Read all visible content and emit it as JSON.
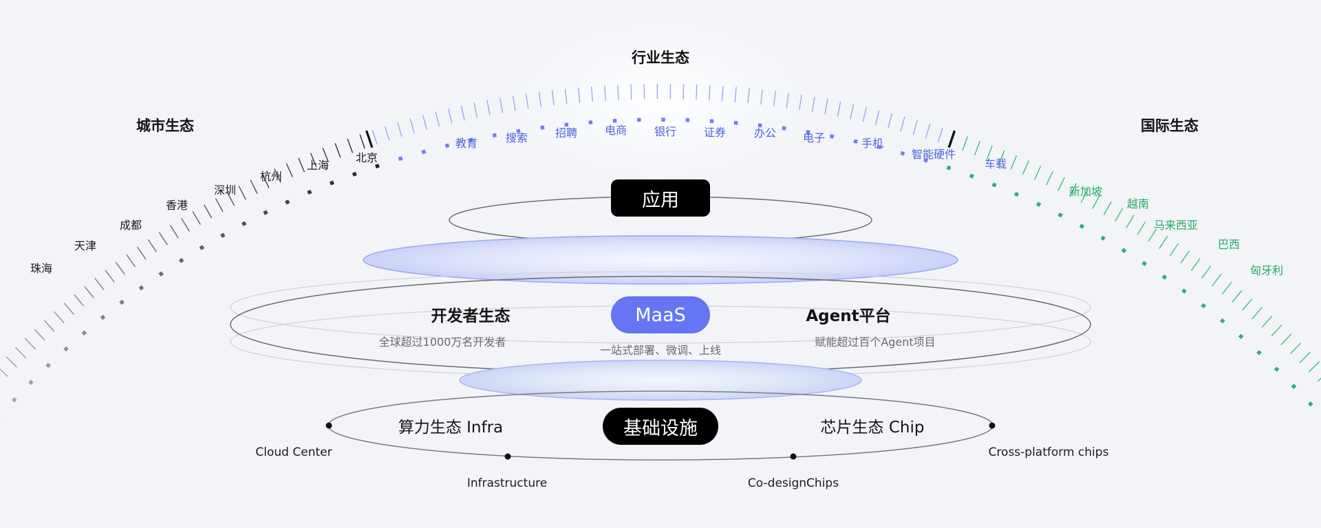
{
  "top": {
    "industry_title": "行业生态",
    "city_title": "城市生态",
    "intl_title": "国际生态"
  },
  "cities": [
    "珠海",
    "天津",
    "成都",
    "香港",
    "深圳",
    "杭州",
    "上海",
    "北京"
  ],
  "industries": [
    "教育",
    "搜索",
    "招聘",
    "电商",
    "银行",
    "证券",
    "办公",
    "电子",
    "手机",
    "智能硬件",
    "车载"
  ],
  "international": [
    "新加坡",
    "越南",
    "马来西亚",
    "巴西",
    "匈牙利"
  ],
  "app_layer": {
    "label": "应用"
  },
  "maas_layer": {
    "label": "MaaS",
    "subtitle": "一站式部署、微调、上线",
    "left_title": "开发者生态",
    "left_subtitle": "全球超过1000万名开发者",
    "right_title": "Agent平台",
    "right_subtitle": "赋能超过百个Agent项目"
  },
  "infra_layer": {
    "label": "基础设施",
    "left_title": "算力生态 Infra",
    "right_title": "芯片生态 Chip",
    "nodes": [
      "Cloud Center",
      "Infrastructure",
      "Co-designChips",
      "Cross-platform chips"
    ]
  },
  "colors": {
    "city": "#1b1b1b",
    "industry": "#4f63db",
    "international": "#1fa86a",
    "maas_pill": "#6575f4",
    "dark_pill": "#000000"
  }
}
